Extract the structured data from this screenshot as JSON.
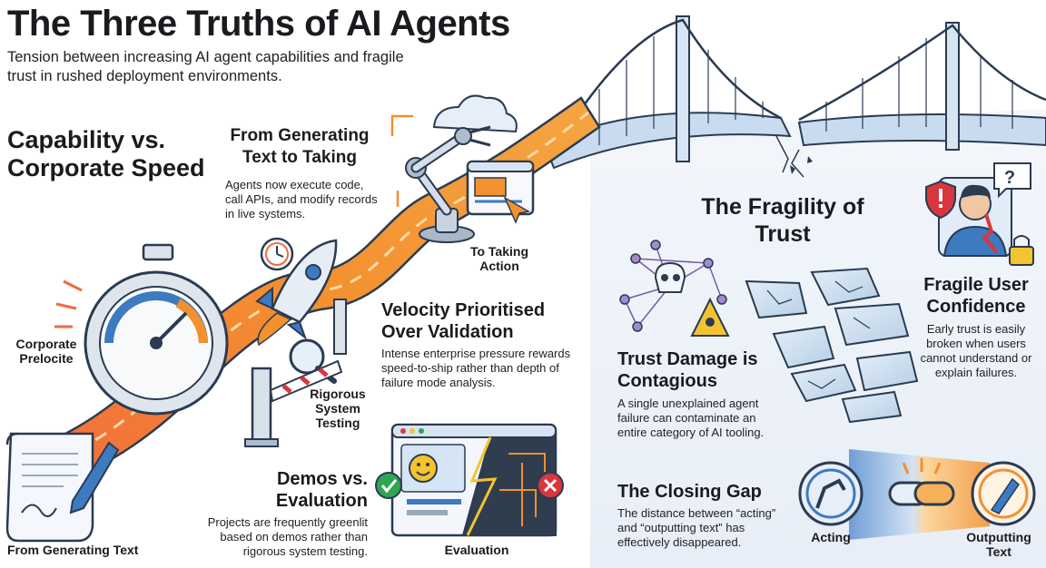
{
  "title": "The Three Truths of AI Agents",
  "subtitle": "Tension between increasing AI agent capabilities and fragile trust in rushed deployment environments.",
  "sections": {
    "capability": {
      "heading": "Capability vs. Corporate Speed"
    },
    "generating": {
      "heading": "From Generating Text to Taking",
      "body": "Agents now execute code, call APIs, and modify records in live systems.",
      "icon_label": "To Taking Action"
    },
    "velocity": {
      "heading": "Velocity Prioritised Over Validation",
      "body": "Intense enterprise pressure rewards speed-to-ship rather than depth of failure mode analysis."
    },
    "demos": {
      "heading": "Demos vs. Evaluation",
      "body": "Projects are frequently greenlit based on demos rather than rigorous system testing.",
      "icon_label": "Evaluation"
    },
    "fragility": {
      "heading": "The Fragility of Trust"
    },
    "contagious": {
      "heading": "Trust Damage is Contagious",
      "body": "A single unexplained agent failure can contaminate an entire category of AI tooling."
    },
    "fragile_user": {
      "heading": "Fragile User Confidence",
      "body": "Early trust is easily broken when users cannot understand or explain failures."
    },
    "closing_gap": {
      "heading": "The Closing Gap",
      "body": "The distance between “acting” and “outputting text” has effectively disappeared."
    }
  },
  "labels": {
    "corporate": "Corporate Prelocite",
    "rigorous": "Rigorous System Testing",
    "from_generating": "From Generating Text",
    "acting": "Acting",
    "outputting": "Outputting Text"
  },
  "icons": {
    "stopwatch": "stopwatch-icon",
    "rocket": "rocket-icon",
    "robot_arm": "robot-arm-icon",
    "magnifier": "magnifier-icon",
    "barrier": "barrier-gate-icon",
    "document": "document-pen-icon",
    "browser": "browser-window-icon",
    "bridge": "broken-bridge-icon",
    "skull": "skull-network-icon",
    "user": "user-question-icon",
    "chain": "chain-link-icon"
  },
  "colors": {
    "road_orange": "#f08a2c",
    "road_highlight": "#ffb35a",
    "bridge_blue": "#b9d4ea",
    "accent_blue": "#2f6fb3",
    "panel_bg": "#eef3fa",
    "danger_red": "#d9363e",
    "success_green": "#2fa552",
    "warning_yellow": "#f4c430"
  }
}
